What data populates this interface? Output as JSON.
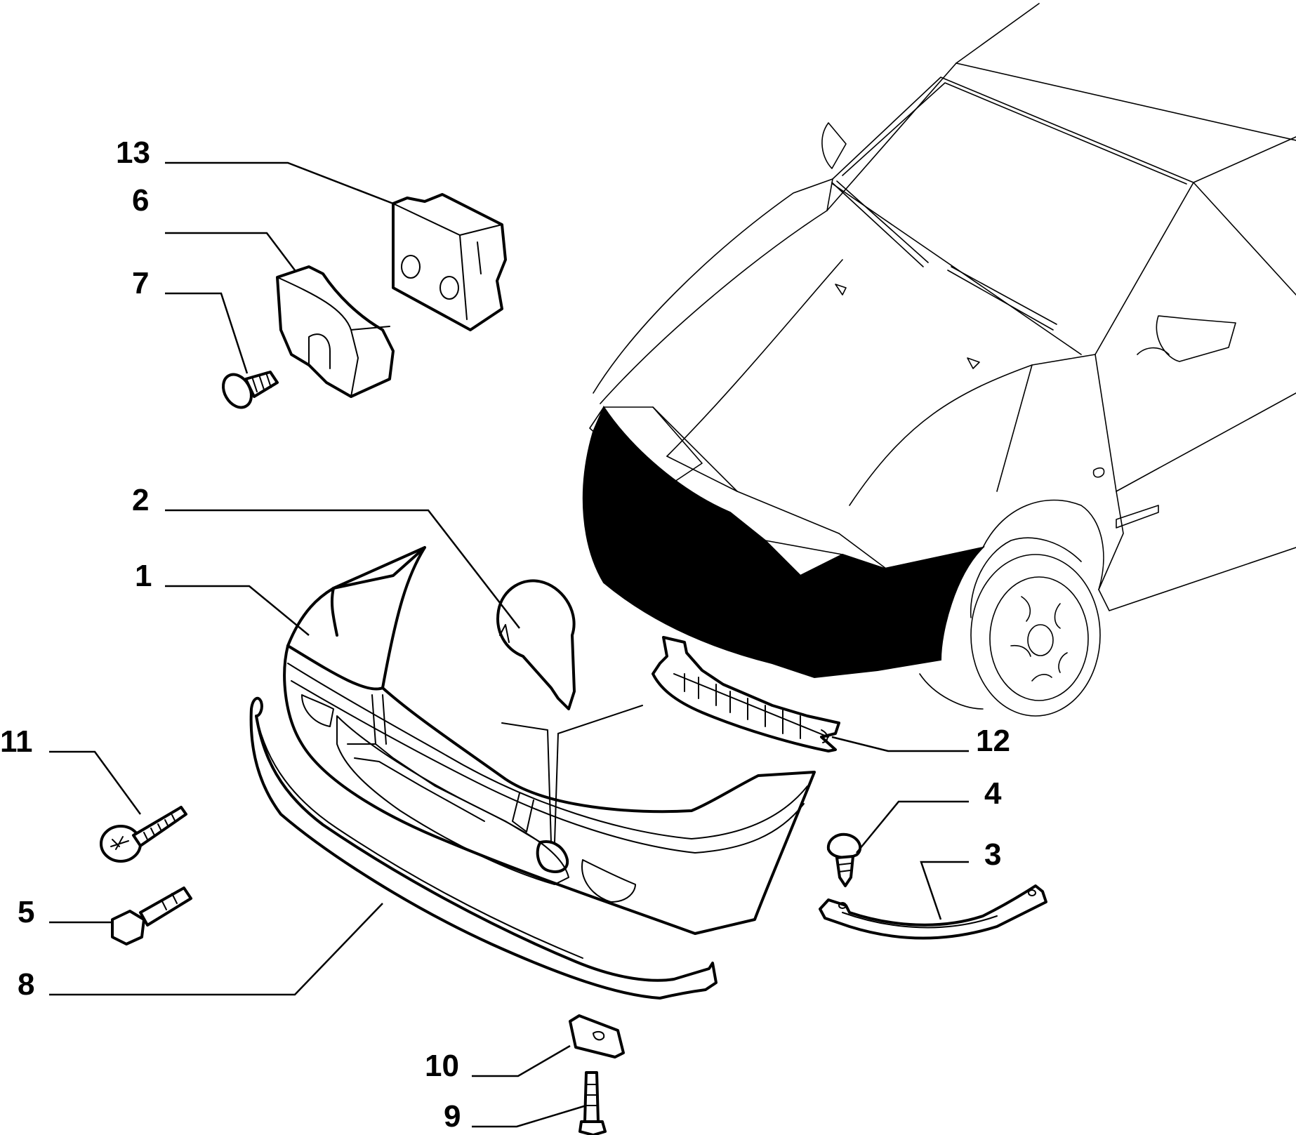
{
  "callouts": [
    {
      "id": "13",
      "label": "13",
      "part": "bracket-block"
    },
    {
      "id": "6",
      "label": "6",
      "part": "spacer-block"
    },
    {
      "id": "7",
      "label": "7",
      "part": "push-rivet"
    },
    {
      "id": "2",
      "label": "2",
      "part": "tow-hook-cover"
    },
    {
      "id": "1",
      "label": "1",
      "part": "front-bumper"
    },
    {
      "id": "11",
      "label": "11",
      "part": "screw"
    },
    {
      "id": "5",
      "label": "5",
      "part": "flange-bolt"
    },
    {
      "id": "8",
      "label": "8",
      "part": "lower-spoiler-strip"
    },
    {
      "id": "10",
      "label": "10",
      "part": "speed-nut"
    },
    {
      "id": "9",
      "label": "9",
      "part": "bolt"
    },
    {
      "id": "12",
      "label": "12",
      "part": "bumper-reinforcement"
    },
    {
      "id": "4",
      "label": "4",
      "part": "clip"
    },
    {
      "id": "3",
      "label": "3",
      "part": "side-bracket"
    }
  ],
  "colors": {
    "line": "#000000",
    "background": "#ffffff",
    "highlight": "#000000"
  }
}
